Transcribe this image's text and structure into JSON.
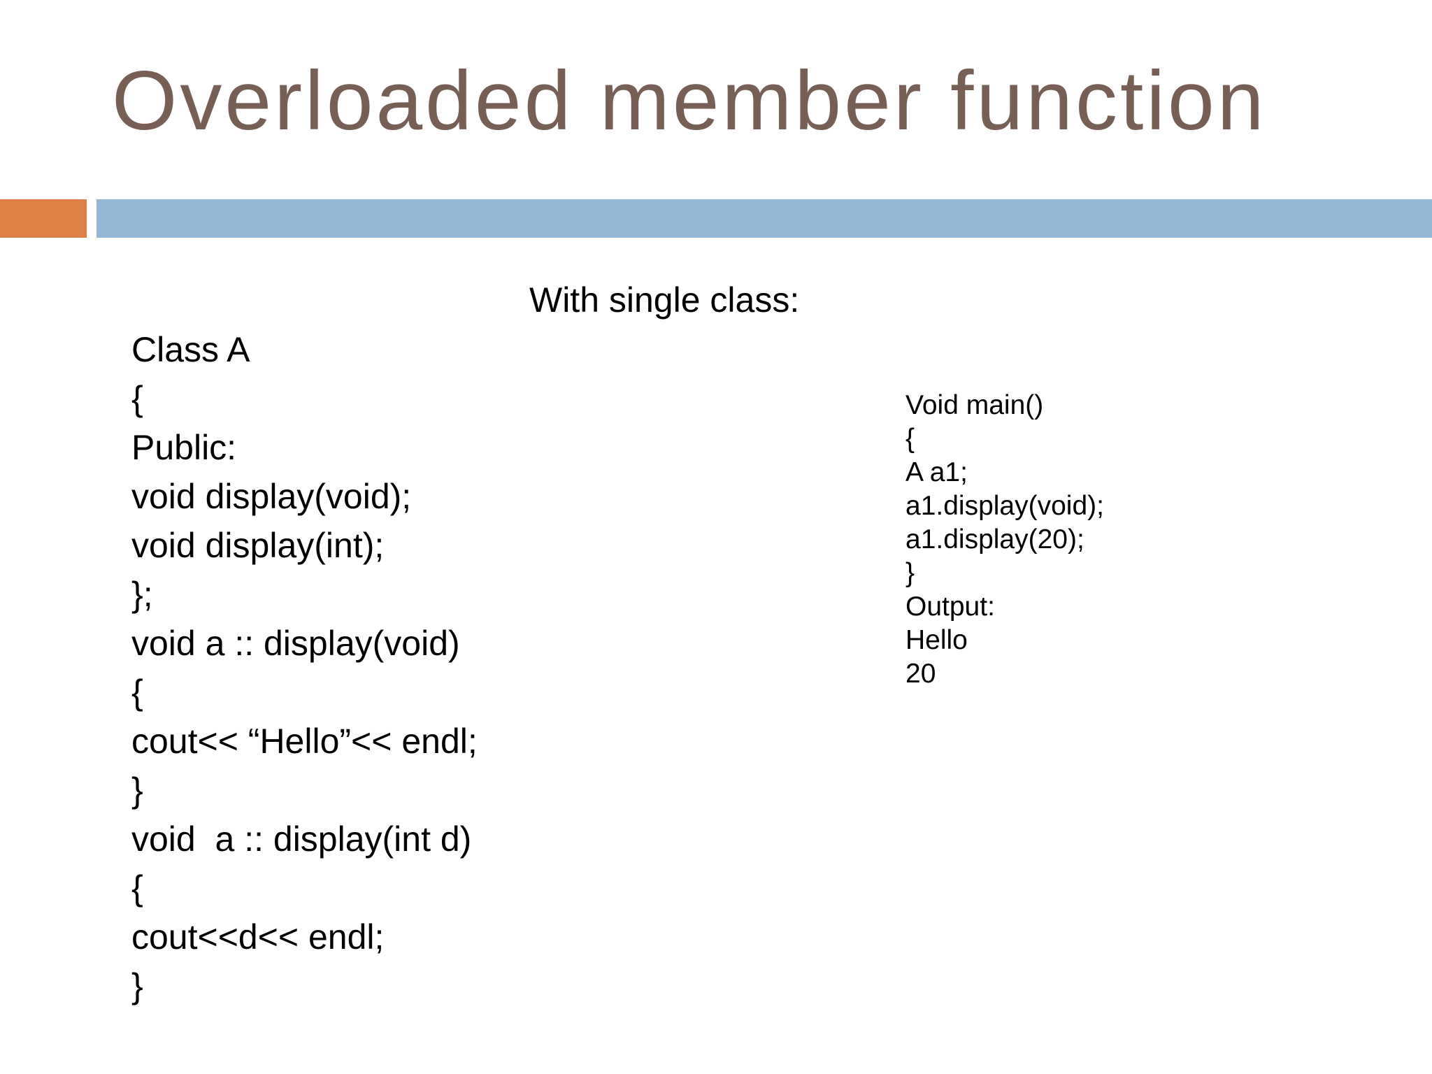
{
  "slide": {
    "title": "Overloaded member function",
    "subtitle": "With single class:",
    "colors": {
      "background": "#FFFFFF",
      "title_text": "#775F55",
      "body_text": "#000000",
      "accent_orange": "#DD8047",
      "accent_blue": "#94B6D2"
    },
    "left_code": {
      "lines": [
        "Class A",
        "{",
        "Public:",
        "void display(void);",
        "void display(int);",
        "};",
        "void a :: display(void)",
        "{",
        "cout<< “Hello”<< endl;",
        "}",
        "void  a :: display(int d)",
        "{",
        "cout<<d<< endl;",
        "}"
      ]
    },
    "right_code": {
      "lines": [
        "Void main()",
        "{",
        "A a1;",
        "a1.display(void);",
        "a1.display(20);",
        "}",
        "Output:",
        "Hello",
        "20"
      ]
    }
  }
}
